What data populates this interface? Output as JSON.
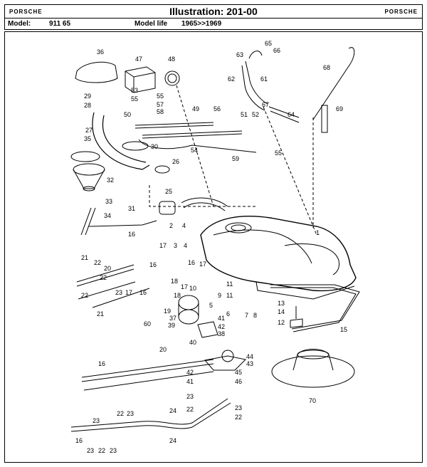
{
  "header": {
    "brand_left": "PORSCHE",
    "brand_right": "PORSCHE",
    "title": "Illustration: 201-00"
  },
  "model_bar": {
    "model_label": "Model:",
    "model_value": "911 65",
    "life_label": "Model life",
    "life_value": "1965>>1969"
  },
  "parts": [
    "1",
    "2",
    "3",
    "4",
    "5",
    "6",
    "7",
    "8",
    "9",
    "10",
    "11",
    "12",
    "13",
    "14",
    "15",
    "16",
    "17",
    "18",
    "19",
    "20",
    "21",
    "22",
    "23",
    "24",
    "25",
    "26",
    "27",
    "28",
    "29",
    "30",
    "31",
    "32",
    "33",
    "34",
    "35",
    "36",
    "37",
    "38",
    "39",
    "40",
    "41",
    "42",
    "43",
    "44",
    "45",
    "46",
    "47",
    "48",
    "49",
    "50",
    "51",
    "52",
    "53",
    "54",
    "55",
    "56",
    "57",
    "58",
    "59",
    "60",
    "61",
    "62",
    "63",
    "64",
    "65",
    "66",
    "67",
    "68",
    "69",
    "70"
  ]
}
